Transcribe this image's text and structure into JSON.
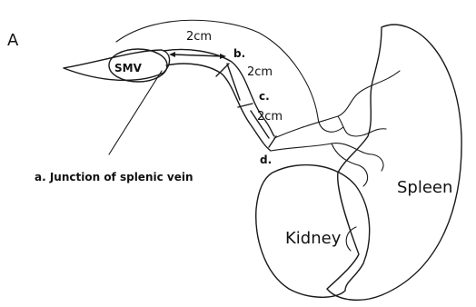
{
  "panel_label": "A",
  "labels": {
    "smv": "SMV",
    "a": "a. Junction of splenic vein",
    "b": "b.",
    "c": "c.",
    "d": "d.",
    "spleen": "Spleen",
    "kidney": "Kidney"
  },
  "measurements": [
    "2cm",
    "2cm",
    "2cm"
  ]
}
